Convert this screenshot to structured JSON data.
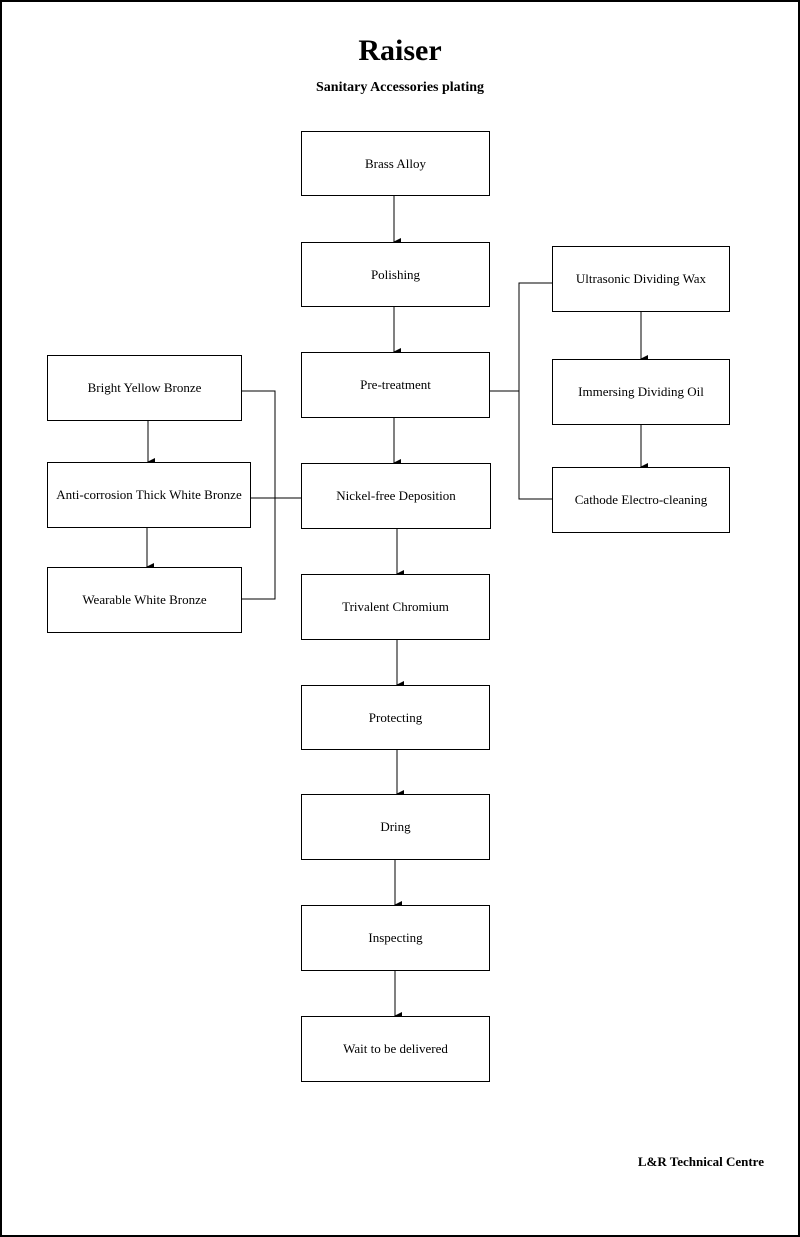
{
  "title": "Raiser",
  "subtitle": "Sanitary Accessories plating",
  "footer": "L&R Technical Centre",
  "colors": {
    "line": "#000000",
    "background": "#ffffff",
    "border": "#000000"
  },
  "nodes": {
    "brass_alloy": "Brass Alloy",
    "polishing": "Polishing",
    "pre_treatment": "Pre-treatment",
    "nickel_free_deposition": "Nickel-free Deposition",
    "trivalent_chromium": "Trivalent Chromium",
    "protecting": "Protecting",
    "dring": "Dring",
    "inspecting": "Inspecting",
    "wait_to_be_delivered": "Wait to be delivered",
    "ultrasonic_dividing_wax": "Ultrasonic Dividing Wax",
    "immersing_dividing_oil": "Immersing Dividing Oil",
    "cathode_electro_cleaning": "Cathode Electro-cleaning",
    "bright_yellow_bronze": "Bright Yellow Bronze",
    "anti_corrosion_thick_white_bronze": "Anti-corrosion Thick White Bronze",
    "wearable_white_bronze": "Wearable White Bronze"
  },
  "edges": [
    {
      "from": "brass_alloy",
      "to": "polishing"
    },
    {
      "from": "polishing",
      "to": "pre_treatment"
    },
    {
      "from": "pre_treatment",
      "to": "nickel_free_deposition"
    },
    {
      "from": "nickel_free_deposition",
      "to": "trivalent_chromium"
    },
    {
      "from": "trivalent_chromium",
      "to": "protecting"
    },
    {
      "from": "protecting",
      "to": "dring"
    },
    {
      "from": "dring",
      "to": "inspecting"
    },
    {
      "from": "inspecting",
      "to": "wait_to_be_delivered"
    },
    {
      "from": "ultrasonic_dividing_wax",
      "to": "immersing_dividing_oil"
    },
    {
      "from": "immersing_dividing_oil",
      "to": "cathode_electro_cleaning"
    },
    {
      "from": "bright_yellow_bronze",
      "to": "anti_corrosion_thick_white_bronze"
    },
    {
      "from": "anti_corrosion_thick_white_bronze",
      "to": "wearable_white_bronze"
    }
  ],
  "groups": [
    {
      "parent": "pre_treatment",
      "members": [
        "ultrasonic_dividing_wax",
        "immersing_dividing_oil",
        "cathode_electro_cleaning"
      ]
    },
    {
      "parent": "nickel_free_deposition",
      "members": [
        "bright_yellow_bronze",
        "anti_corrosion_thick_white_bronze",
        "wearable_white_bronze"
      ]
    }
  ]
}
